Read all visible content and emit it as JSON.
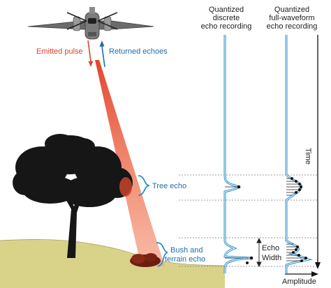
{
  "labels": {
    "emitted_pulse": "Emitted pulse",
    "returned_echoes": "Returned echoes",
    "tree_echo": "Tree echo",
    "bush_terrain_line1": "Bush and",
    "bush_terrain_line2": "terrain echo",
    "discrete_line1": "Quantized",
    "discrete_line2": "discrete",
    "discrete_line3": "echo recording",
    "fullwave_line1": "Quantized",
    "fullwave_line2": "full-waveform",
    "fullwave_line3": "echo recording",
    "time": "Time",
    "amplitude": "Amplitude",
    "echo_width_line1": "Echo",
    "echo_width_line2": "Width"
  },
  "colors": {
    "emitted_arrow": "#d8452f",
    "returned_arrow": "#1f6fa8",
    "beam": "#e8553a",
    "waveform": "#2a8fd0",
    "ground": "#d9d38a",
    "tree": "#1b1b1b",
    "echo_brace": "#2a8fd0"
  },
  "icons": {
    "aircraft": "airplane-icon",
    "tree": "tree-icon",
    "bush": "bush-icon"
  }
}
